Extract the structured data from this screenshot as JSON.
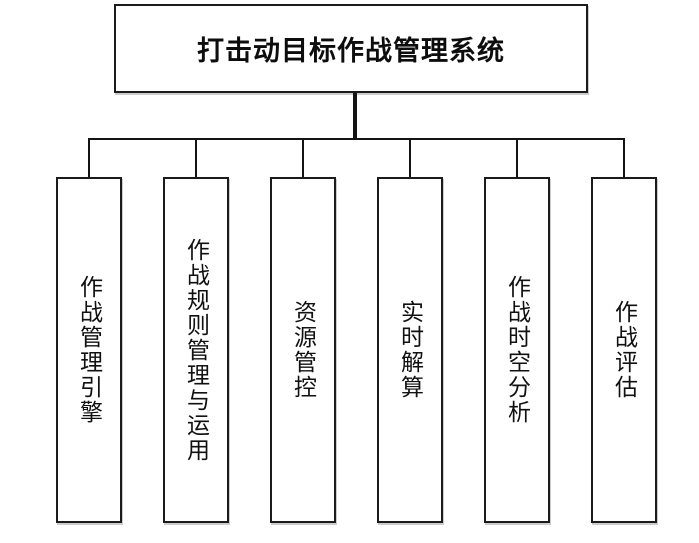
{
  "diagram": {
    "type": "hierarchy-tree",
    "title": "打击动目标作战管理系统",
    "modules": [
      {
        "label": "作战管理引擎"
      },
      {
        "label": "作战规则管理与运用"
      },
      {
        "label": "资源管控"
      },
      {
        "label": "实时解算"
      },
      {
        "label": "作战时空分析"
      },
      {
        "label": "作战评估"
      }
    ],
    "colors": {
      "background": "#ffffff",
      "box_border": "#1b1b1b",
      "line": "#141414",
      "text": "#0d0d0d"
    }
  }
}
